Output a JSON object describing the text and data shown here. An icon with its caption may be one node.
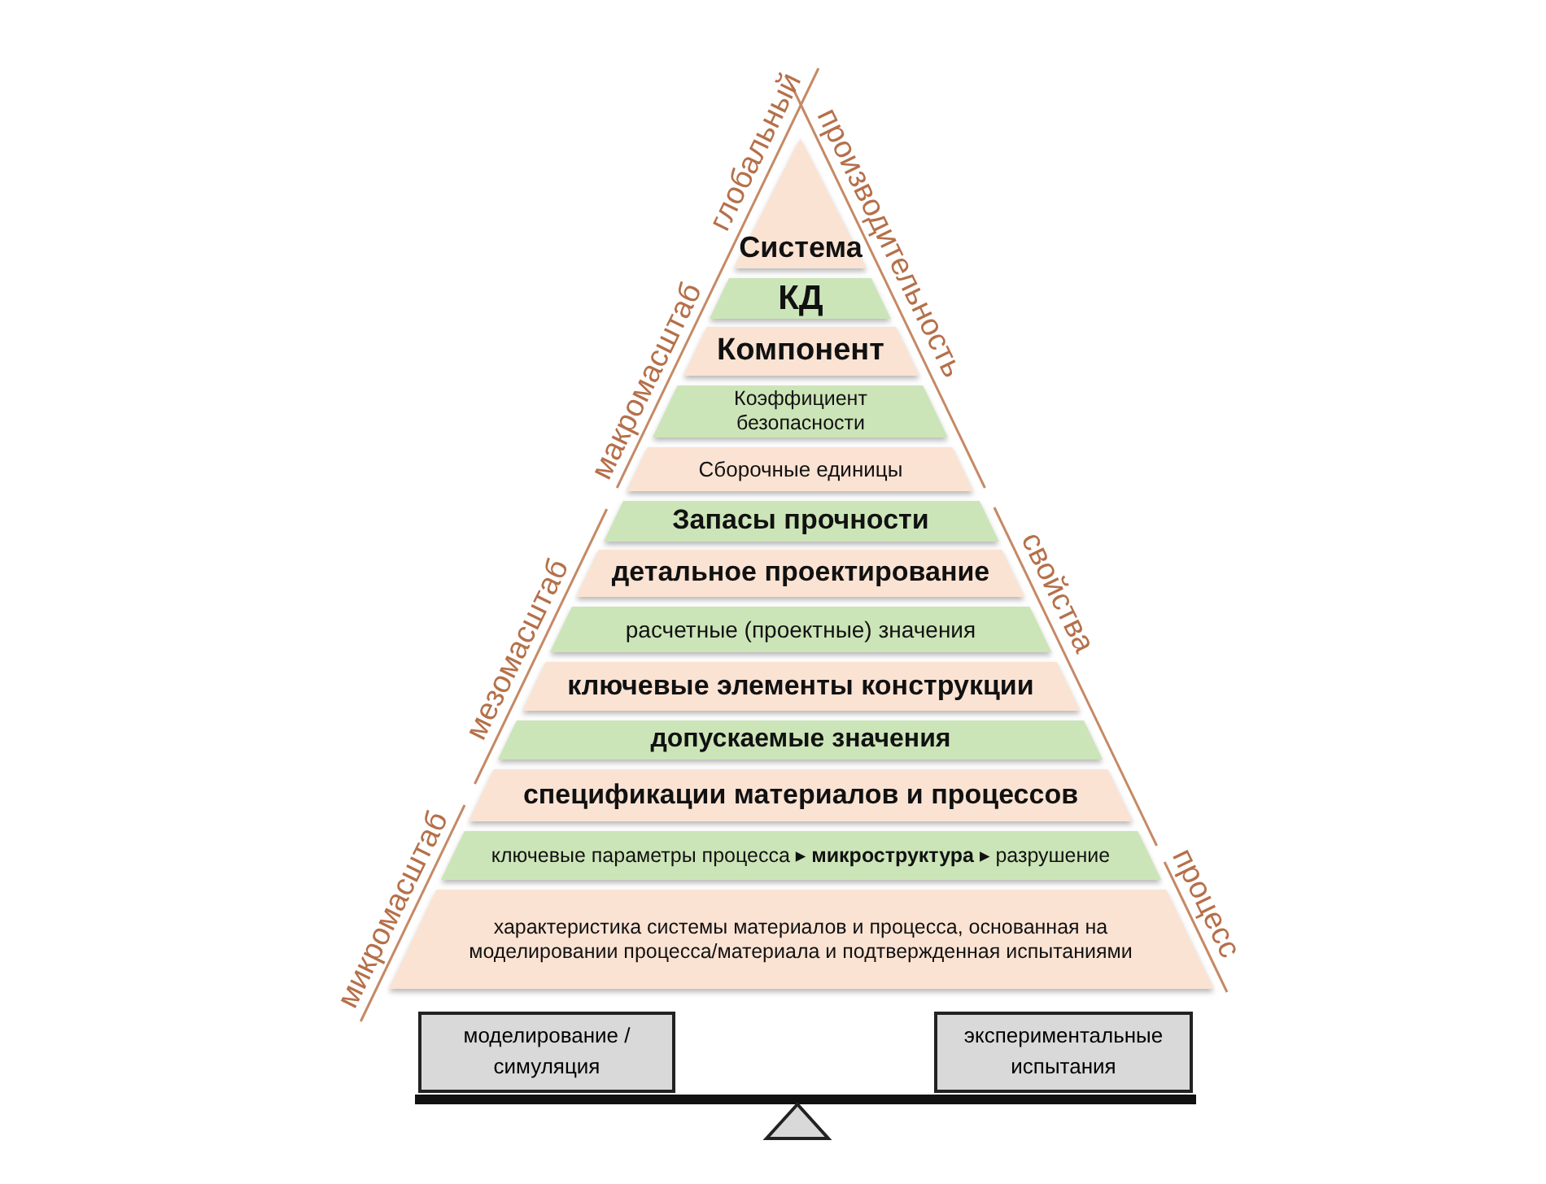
{
  "diagram": {
    "nodes": [
      {
        "text": [
          "Система"
        ]
      },
      {
        "text": [
          "КД"
        ]
      },
      {
        "text": [
          "Компонент"
        ]
      },
      {
        "text": [
          "Коэффициент безопасности"
        ]
      },
      {
        "text": [
          "Сборочные единицы"
        ]
      },
      {
        "text": [
          "Запасы прочности"
        ]
      },
      {
        "text": [
          "детальное проектирование"
        ]
      },
      {
        "text": [
          "расчетные (проектные) значения"
        ]
      },
      {
        "text": [
          "ключевые элементы конструкции"
        ]
      },
      {
        "text": [
          "допускаемые значения"
        ]
      },
      {
        "text": [
          "спецификации материалов и процессов"
        ]
      },
      {
        "text": [
          "ключевые параметры процесса ▸ **микроструктура** ▸  разрушение"
        ]
      },
      {
        "text": [
          "характеристика системы материалов и процесса, основанная на моделировании процесса/материала и подтвержденная испытаниями"
        ]
      },
      {
        "text": [
          "моделирование / симуляция"
        ]
      },
      {
        "text": [
          "экспериментальные испытания"
        ]
      }
    ],
    "labels": [
      "глобальный",
      "производительность",
      "макромасштаб",
      "свойства",
      "мезомасштаб",
      "микромасштаб",
      "процесс"
    ]
  }
}
